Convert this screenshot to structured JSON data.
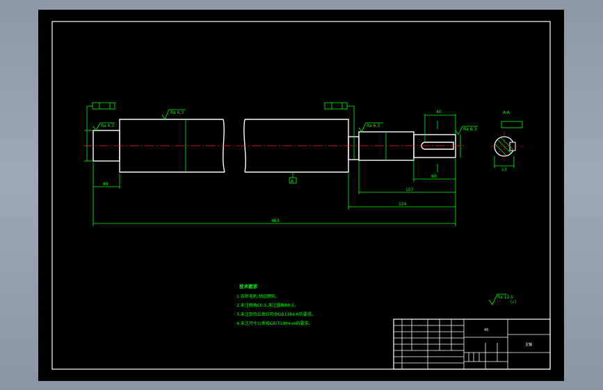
{
  "drawing": {
    "dim_overall": "463",
    "dim_left_step": "80",
    "dim_right_1": "107",
    "dim_right_2": "124",
    "dim_key_top": "40",
    "dim_key_bottom": "60",
    "dim_section_width": "13",
    "datum_label": "A",
    "section_label": "A-A",
    "roughness_main": "Ra 6.3",
    "roughness_corner": "Ra 12.5",
    "roughness_corner_paren": "(√)"
  },
  "notes": {
    "heading": "技术要求",
    "items": [
      "1.去除毛刺,锐边倒钝。",
      "2.未注倒角C0.5,未注圆角R0.5。",
      "3.未注形位公差应符合GB1184-K的要求。",
      "4.未注尺寸公差按GB/T1804-m的要求。"
    ]
  },
  "title_block": {
    "material": "45",
    "part_name": "主轴"
  },
  "colors": {
    "background": "#000000",
    "outline": "#ffffff",
    "dimension": "#00ff00",
    "centerline": "#ff2020"
  }
}
